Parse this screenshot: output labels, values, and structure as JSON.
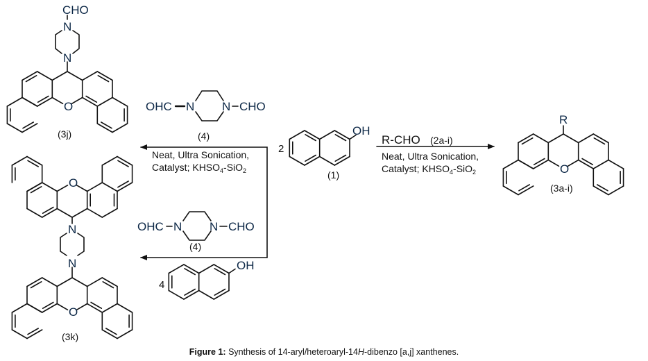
{
  "figure": {
    "caption_label": "Figure 1:",
    "caption_prefix": " Synthesis of 14-aryl/heteroaryl-14",
    "caption_italic": "H",
    "caption_suffix": "-dibenzo [a,j] xanthenes."
  },
  "compounds": {
    "c3j": {
      "label": "(3j)",
      "substituent": "CHO",
      "atoms": [
        "N",
        "N",
        "O"
      ]
    },
    "c3k": {
      "label": "(3k)",
      "atoms": [
        "O",
        "N",
        "N",
        "O"
      ]
    },
    "c3ai": {
      "label": "(3a-i)",
      "substituent": "R",
      "atoms": [
        "O"
      ]
    },
    "c1": {
      "label": "(1)",
      "coefficient": "2",
      "group": "OH"
    },
    "c4_top": {
      "label": "(4)",
      "left_group": "OHC",
      "right_group": "CHO",
      "atoms": [
        "N",
        "N"
      ]
    },
    "c4_bottom": {
      "label": "(4)",
      "left_group": "OHC",
      "right_group": "CHO",
      "atoms": [
        "N",
        "N"
      ]
    },
    "naphthol_bottom": {
      "coefficient": "4",
      "group": "OH"
    }
  },
  "reactions": {
    "top_left": {
      "condition_line1": "Neat, Ultra Sonication,",
      "condition_line2_pre": "Catalyst; KHSO",
      "condition_sub1": "4",
      "condition_mid": "-SiO",
      "condition_sub2": "2"
    },
    "right": {
      "reagent": "R-CHO",
      "reagent_label": "(2a-i)",
      "condition_line1": "Neat, Ultra Sonication,",
      "condition_line2_pre": "Catalyst; KHSO",
      "condition_sub1": "4",
      "condition_mid": "-SiO",
      "condition_sub2": "2"
    }
  }
}
